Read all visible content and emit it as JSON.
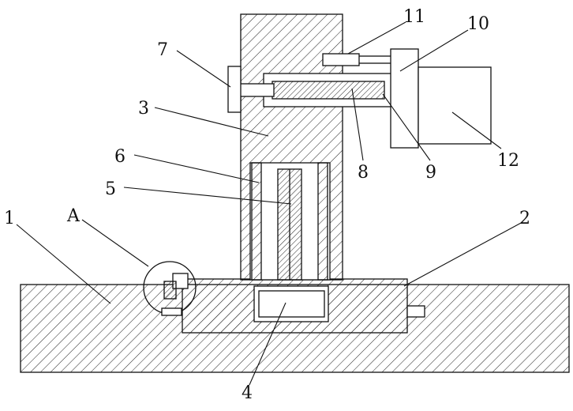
{
  "labels": {
    "l1": "1",
    "l2": "2",
    "l3": "3",
    "l4": "4",
    "l5": "5",
    "l6": "6",
    "l7": "7",
    "l8": "8",
    "l9": "9",
    "l10": "10",
    "l11": "11",
    "l12": "12",
    "lA": "A"
  }
}
